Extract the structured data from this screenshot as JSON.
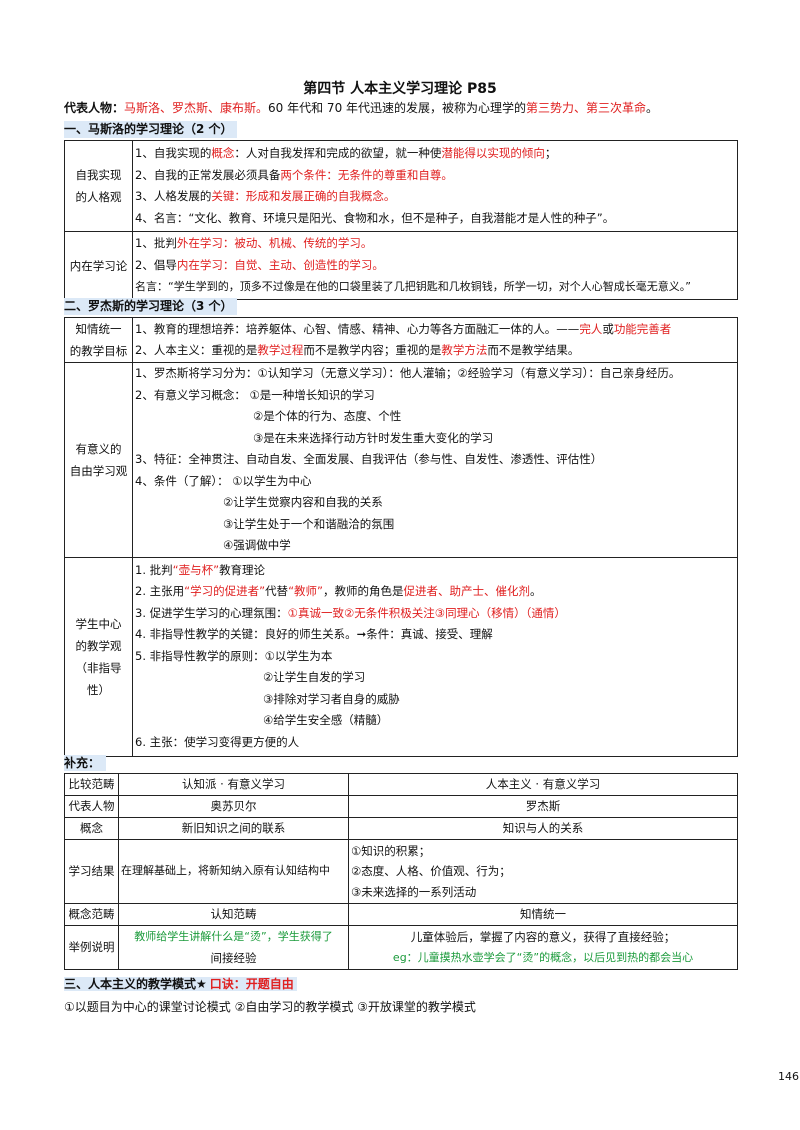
{
  "title": "第四节   人本主义学习理论 P85",
  "intro": {
    "label": "代表人物：",
    "people": "马斯洛、罗杰斯、康布斯。",
    "mid": "60 年代和 70 年代迅速的发展，被称为心理学的",
    "force": "第三势力、第三次革命",
    "end": "。"
  },
  "section1": {
    "heading": "一、马斯洛的学习理论（2 个）",
    "row1_label": [
      "自我实现",
      "的人格观"
    ],
    "row1_lines": [
      [
        "1、自我实现的",
        "概念",
        "：人对自我发挥和完成的欲望，就一种使",
        "潜能得以实现的倾向",
        "；"
      ],
      [
        "2、自我的正常发展必须具备",
        "两个条件：无条件的尊重和自尊。"
      ],
      [
        "3、人格发展的",
        "关键：形成和发展正确的自我概念。"
      ],
      [
        "4、名言：“文化、教育、环境只是阳光、食物和水，但不是种子，自我潜能才是人性的种子”。"
      ]
    ],
    "row2_label": "内在学习论",
    "row2_lines": [
      [
        "1、批判",
        "外在学习：被动、机械、传统的学习。"
      ],
      [
        "2、倡导",
        "内在学习：自觉、主动、创造性的学习。"
      ],
      [
        "名言：“学生学到的，顶多不过像是在他的口袋里装了几把钥匙和几枚铜钱，所学一切，对个人心智成长毫无意义。”"
      ]
    ]
  },
  "section2": {
    "heading": "二、罗杰斯的学习理论（3 个）",
    "row1_label": [
      "知情统一",
      "的教学目标"
    ],
    "row1_lines": [
      [
        "1、教育的理想培养：培养躯体、心智、情感、精神、心力等各方面融汇一体的人。——",
        "完人",
        "或",
        "功能完善者"
      ],
      [
        "2、人本主义：重视的是",
        "教学过程",
        "而不是教学内容；重视的是",
        "教学方法",
        "而不是教学结果。"
      ]
    ],
    "row2_label": [
      "有意义的",
      "自由学习观"
    ],
    "row2_lines": [
      "1、罗杰斯将学习分为：①认知学习（无意义学习）：他人灌输；②经验学习（有意义学习）：自己亲身经历。",
      "2、有意义学习概念：  ①是一种增长知识的学习",
      "②是个体的行为、态度、个性",
      "③是在未来选择行动方针时发生重大变化的学习",
      "3、特征：全神贯注、自动自发、全面发展、自我评估（参与性、自发性、渗透性、评估性）",
      "4、条件（了解）：  ①以学生为中心",
      "②让学生觉察内容和自我的关系",
      "③让学生处于一个和谐融洽的氛围",
      "④强调做中学"
    ],
    "row3_label": [
      "学生中心",
      "的教学观",
      "（非指导性）"
    ],
    "row3_lines": [
      [
        "1. 批判",
        "“壶与杯”",
        "教育理论"
      ],
      [
        "2. 主张用",
        "“学习的促进者”",
        "代替",
        "“教师”",
        "，教师的角色是",
        "促进者、助产士、催化剂",
        "。"
      ],
      [
        "3. 促进学生学习的心理氛围：",
        "①真诚一致②无条件积极关注③同理心（移情）（通情）"
      ],
      [
        "4. 非指导性教学的关键：良好的师生关系。➞条件：真诚、接受、理解"
      ],
      [
        "5. 非指导性教学的原则：①以学生为本"
      ],
      [
        "②让学生自发的学习"
      ],
      [
        "③排除对学习者自身的威胁"
      ],
      [
        "④给学生安全感（精髓）"
      ],
      [
        "6. 主张：使学习变得更方便的人"
      ]
    ]
  },
  "supplement": {
    "label": "补充：",
    "rows": [
      {
        "h": "比较范畴",
        "a": "认知派 · 有意义学习",
        "b": "人本主义 · 有意义学习"
      },
      {
        "h": "代表人物",
        "a": "奥苏贝尔",
        "b": "罗杰斯"
      },
      {
        "h": "概念",
        "a": "新旧知识之间的联系",
        "b": "知识与人的关系"
      },
      {
        "h": "学习结果",
        "a": "在理解基础上，将新知纳入原有认知结构中",
        "b1": "①知识的积累；",
        "b2": "②态度、人格、价值观、行为；",
        "b3": "③未来选择的一系列活动"
      },
      {
        "h": "概念范畴",
        "a": "认知范畴",
        "b": "知情统一"
      },
      {
        "h": "举例说明",
        "a1": "教师给学生讲解什么是“烫”，学生获得了",
        "a2": "间接经验",
        "b1": "儿童体验后，掌握了内容的意义，获得了直接经验；",
        "b2": "eg：儿童摸热水壶学会了“烫”的概念，以后见到热的都会当心"
      }
    ]
  },
  "section3": {
    "heading": "三、人本主义的教学模式★",
    "mnemonic": "口诀：开题自由",
    "modes": "①以题目为中心的课堂讨论模式  ②自由学习的教学模式  ③开放课堂的教学模式"
  },
  "page_number": "146",
  "colors": {
    "red": "#e02020",
    "green": "#1a9a3a",
    "heading_bg": "#dce9f7"
  }
}
